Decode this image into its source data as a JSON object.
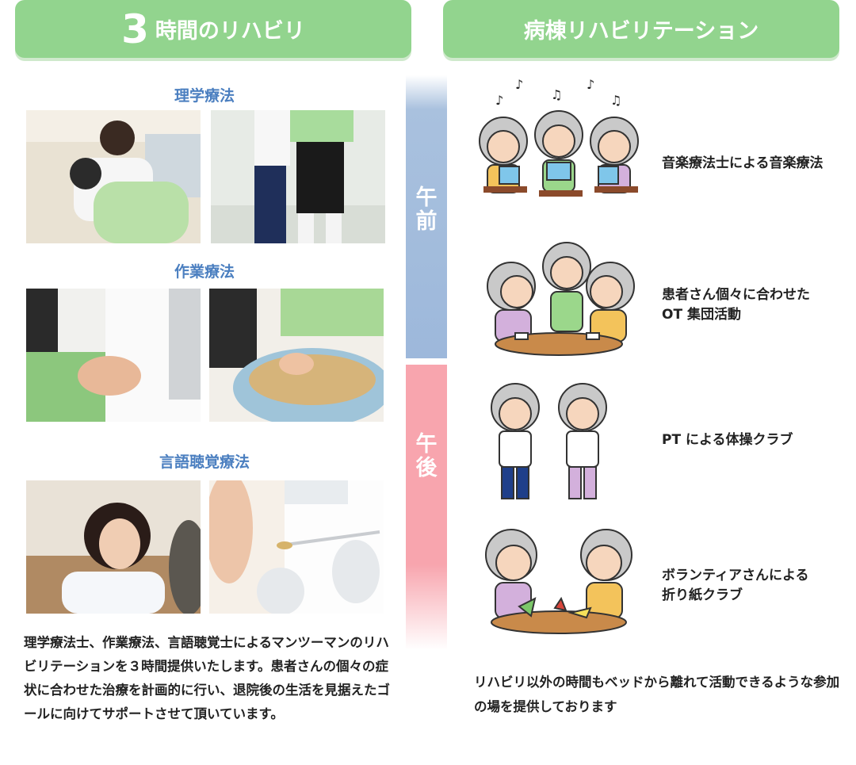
{
  "left_banner": {
    "number": "3",
    "title": "時間のリハビリ"
  },
  "right_banner": {
    "title": "病棟リハビリテーション"
  },
  "sections": [
    {
      "label": "理学療法"
    },
    {
      "label": "作業療法"
    },
    {
      "label": "言語聴覚療法"
    }
  ],
  "left_description": "理学療法士、作業療法、言語聴覚士によるマンツーマンのリハビリテーションを３時間提供いたします。患者さんの個々の症状に合わせた治療を計画的に行い、退院後の生活を見据えたゴールに向けてサポートさせて頂いています。",
  "timeline": {
    "am": [
      "午",
      "前"
    ],
    "pm": [
      "午",
      "後"
    ]
  },
  "activities": [
    {
      "lines": [
        "音楽療法士による音楽療法"
      ]
    },
    {
      "lines": [
        "患者さん個々に合わせた",
        "OT 集団活動"
      ]
    },
    {
      "lines": [
        "PT による体操クラブ"
      ]
    },
    {
      "lines": [
        "ボランティアさんによる",
        "折り紙クラブ"
      ]
    }
  ],
  "right_description": "リハビリ以外の時間もベッドから離れて活動できるような参加の場を提供しております",
  "colors": {
    "banner_green": "#92d48e",
    "section_blue": "#4b7fc0",
    "am_bar": "#9db8db",
    "pm_bar": "#f8a5ae"
  }
}
